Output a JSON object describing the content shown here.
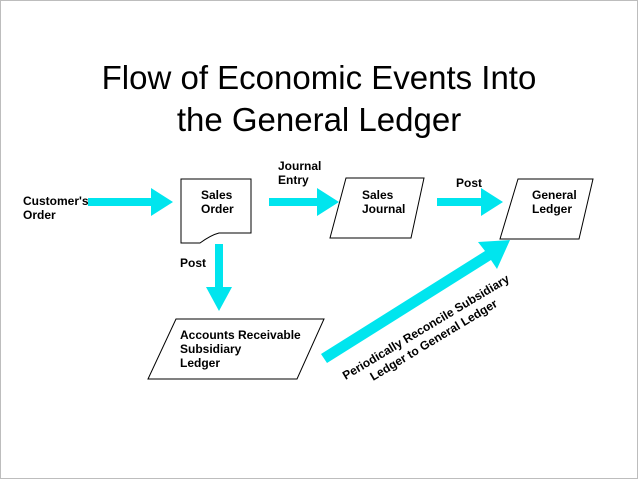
{
  "title": {
    "line1": "Flow of Economic Events Into",
    "line2": "the General Ledger"
  },
  "colors": {
    "arrow": "#00e5ee",
    "outline": "#000000",
    "background": "#ffffff"
  },
  "nodes": {
    "customers_order": {
      "line1": "Customer's",
      "line2": "Order"
    },
    "sales_order": {
      "line1": "Sales",
      "line2": "Order"
    },
    "sales_journal": {
      "line1": "Sales",
      "line2": "Journal"
    },
    "general_ledger": {
      "line1": "General",
      "line2": "Ledger"
    },
    "ar_subsidiary_ledger": {
      "line1": "Accounts Receivable",
      "line2": "Subsidiary",
      "line3": "Ledger"
    }
  },
  "edges": {
    "journal_entry": {
      "line1": "Journal",
      "line2": "Entry"
    },
    "post_to_general_ledger": "Post",
    "post_to_subsidiary": "Post",
    "reconcile": {
      "line1": "Periodically Reconcile Subsidiary",
      "line2": "Ledger to General Ledger"
    }
  }
}
